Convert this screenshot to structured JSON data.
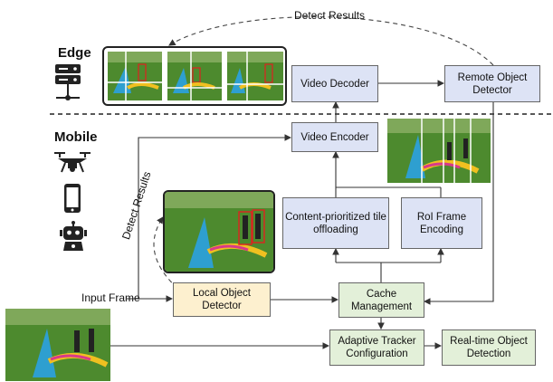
{
  "sections": {
    "edge": "Edge",
    "mobile": "Mobile"
  },
  "labels": {
    "detect_results_top": "Detect Results",
    "detect_results_side": "Detect Results",
    "input_frame": "Input Frame"
  },
  "boxes": {
    "video_decoder": "Video Decoder",
    "remote_detector": "Remote Object Detector",
    "video_encoder": "Video Encoder",
    "content_offload": "Content-prioritized tile  offloading",
    "roi_encoding": "RoI Frame Encoding",
    "local_detector": "Local Object Detector",
    "cache_mgmt": "Cache Management",
    "adaptive_tracker": "Adaptive Tracker Configuration",
    "realtime_detection": "Real-time Object Detection"
  },
  "icons": [
    "server-icon",
    "drone-icon",
    "smartphone-icon",
    "robot-icon"
  ],
  "colors": {
    "blue_box": "#dde3f5",
    "yellow_box": "#fdf0cf",
    "green_box": "#e3f0d9",
    "bbox": "#e02020"
  }
}
